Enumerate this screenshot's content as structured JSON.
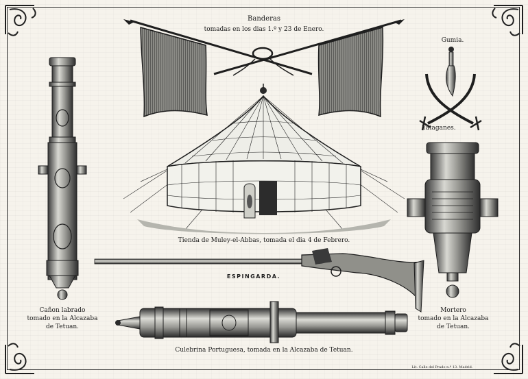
{
  "captions": {
    "banderas_title": "Banderas",
    "banderas_sub": "tomadas en los dias 1.º y 23 de Enero.",
    "gumia": "Gumia.",
    "yataganes": "Yataganes.",
    "tienda": "Tienda de Muley-el-Abbas, tomada el dia 4 de Febrero.",
    "espingarda": "ESPINGARDA.",
    "canon_line1": "Cañon labrado",
    "canon_line2": "tomado en la Alcazaba",
    "canon_line3": "de Tetuan.",
    "mortero_line1": "Mortero",
    "mortero_line2": "tomado en la Alcazaba",
    "mortero_line3": "de Tetuan.",
    "culebrina": "Culebrina Portuguesa, tomada en la Alcazaba de Tetuan.",
    "printer": "Lit. Calle del Prado n.º 13. Madrid."
  },
  "colors": {
    "ink": "#1b1b1b",
    "paper": "#f6f3ec",
    "shade": "#6d6d6d"
  }
}
